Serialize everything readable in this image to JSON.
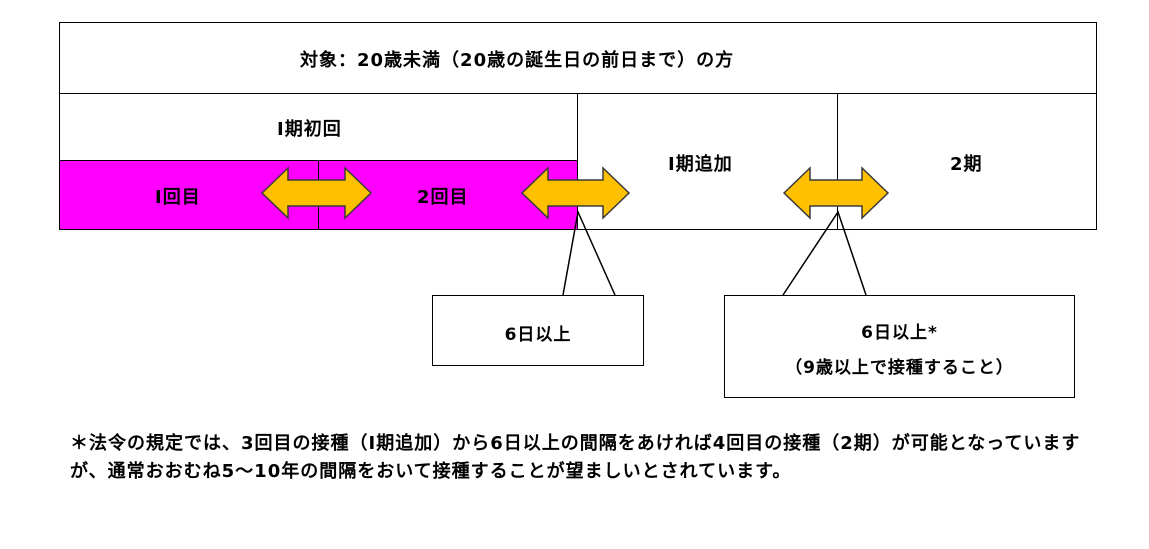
{
  "header": {
    "target": "対象：20歳未満（20歳の誕生日の前日まで）の方"
  },
  "phases": {
    "initial": "Ⅰ期初回",
    "dose1": "Ⅰ回目",
    "dose2": "2回目",
    "booster": "Ⅰ期追加",
    "phase2": "2期"
  },
  "callouts": {
    "interval1": "6日以上",
    "interval2_line1": "6日以上*",
    "interval2_line2": "（9歳以上で接種すること）"
  },
  "footnote": "＊法令の規定では、3回目の接種（Ⅰ期追加）から6日以上の間隔をあければ4回目の接種（2期）が可能となっていますが、通常おおむね5～10年の間隔をおいて接種することが望ましいとされています。",
  "colors": {
    "dose_fill": "#ff00ff",
    "arrow_fill": "#ffc000",
    "arrow_stroke": "#3a3a3a"
  }
}
